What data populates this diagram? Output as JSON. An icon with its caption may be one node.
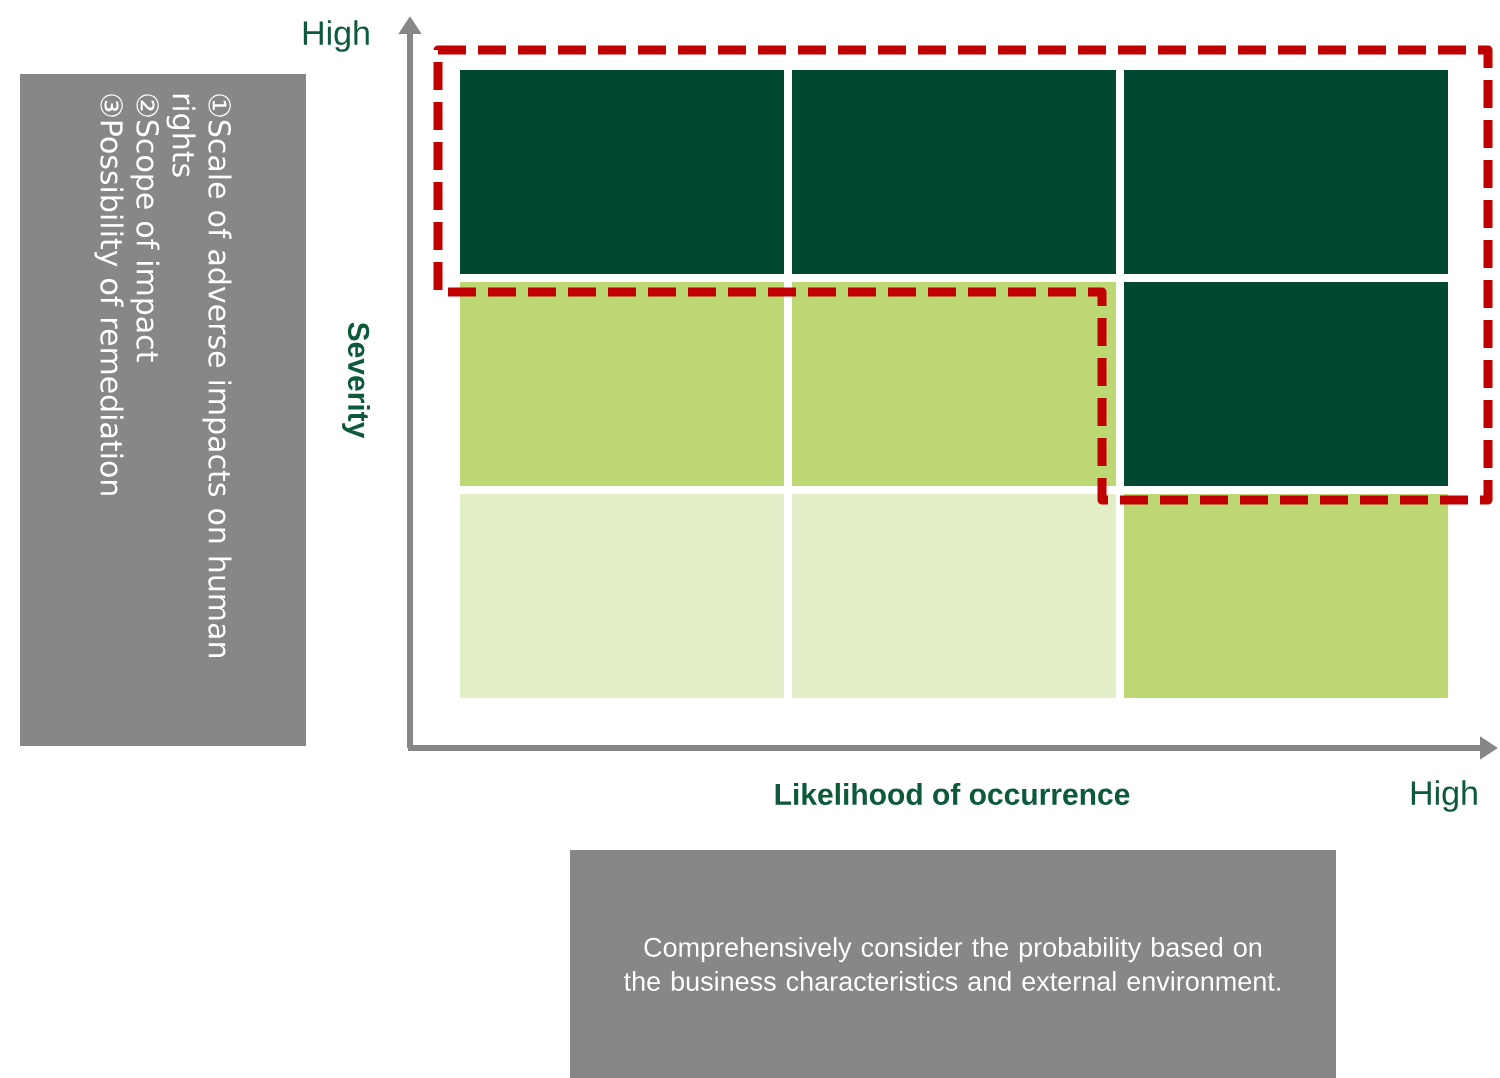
{
  "diagram": {
    "nodes": [
      {
        "text": [
          "①Scale of adverse impacts on human rights",
          "②Scope of impact",
          "③Possibility of remediation"
        ]
      },
      {
        "text": [
          "Comprehensively consider the probability based on the business characteristics and external environment."
        ]
      }
    ],
    "labels": [
      "High",
      "Severity",
      "Likelihood of occurrence",
      "High"
    ]
  }
}
